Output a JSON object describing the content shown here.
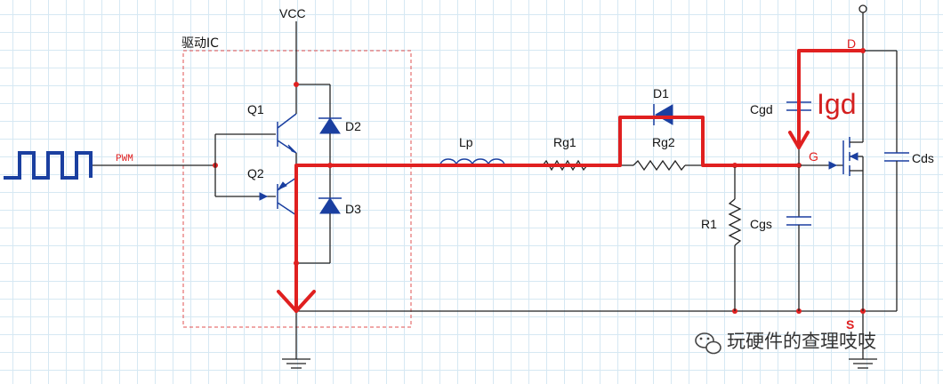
{
  "labels": {
    "vcc": "VCC",
    "driver_ic": "驱动IC",
    "pwm": "PWM",
    "q1": "Q1",
    "q2": "Q2",
    "d1": "D1",
    "d2": "D2",
    "d3": "D3",
    "lp": "Lp",
    "rg1": "Rg1",
    "rg2": "Rg2",
    "r1": "R1",
    "cgd": "Cgd",
    "cgs": "Cgs",
    "cds": "Cds",
    "gate": "G",
    "drain": "D",
    "source": "S",
    "igd": "Igd"
  },
  "watermark": {
    "text": "玩硬件的查理吱吱",
    "icon": "wechat-icon"
  },
  "colors": {
    "wire": "#222222",
    "component": "#1a3fa0",
    "current_path": "#e02020",
    "grid": "#d6e8f3",
    "annotation": "#d42020"
  }
}
